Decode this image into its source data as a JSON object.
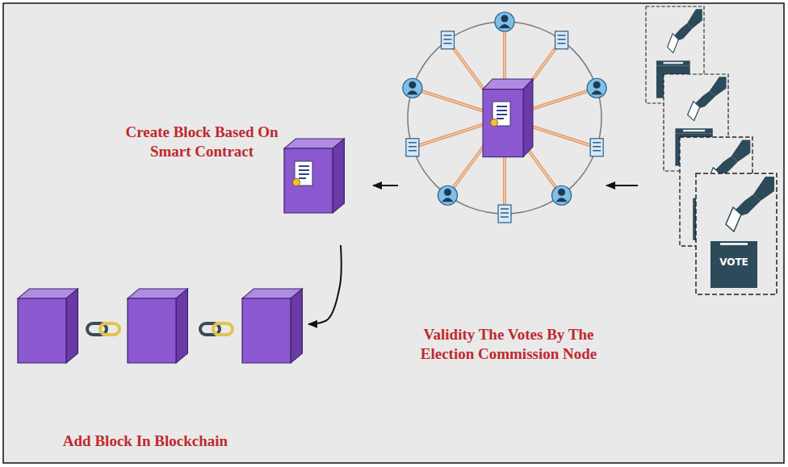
{
  "diagram": {
    "nodes": [
      {
        "text": [
          "Create Block Based On Smart Contract"
        ]
      },
      {
        "text": [
          "Validity The Votes By The Election Commission Node"
        ]
      },
      {
        "text": [
          "VOTE"
        ]
      },
      {
        "text": [
          "Add Block In Blockchain"
        ]
      }
    ],
    "edges": [
      {
        "from": 2,
        "to": 1,
        "arrow": "to"
      },
      {
        "from": 1,
        "to": 0,
        "arrow": "to"
      },
      {
        "from": 0,
        "to": 3,
        "arrow": "to"
      }
    ]
  }
}
